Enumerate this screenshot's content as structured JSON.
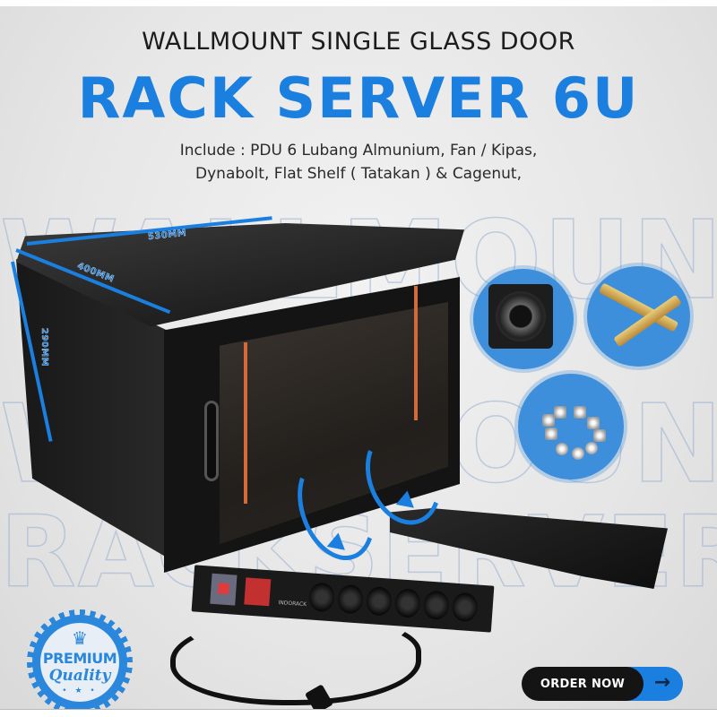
{
  "header": {
    "subtitle": "WALLMOUNT SINGLE GLASS DOOR",
    "title": "RACK SERVER 6U",
    "include_line1": "Include : PDU 6 Lubang Almunium, Fan / Kipas,",
    "include_line2": "Dynabolt, Flat Shelf ( Tatakan ) & Cagenut,"
  },
  "watermark": {
    "line1": "WALLMOUNT",
    "line2": "WALLMOUNT",
    "line3": "RACKSERVER"
  },
  "dimensions": {
    "width": "530MM",
    "depth": "400MM",
    "height": "290MM"
  },
  "accessories": [
    {
      "name": "Fan / Kipas",
      "icon": "fan-icon"
    },
    {
      "name": "Dynabolt",
      "icon": "bolt-icon"
    },
    {
      "name": "Cagenut",
      "icon": "cagenut-icon"
    },
    {
      "name": "Flat Shelf",
      "icon": "shelf-icon"
    },
    {
      "name": "PDU 6 Lubang",
      "icon": "pdu-icon"
    }
  ],
  "pdu": {
    "brand": "INDORACK",
    "sockets": 6
  },
  "badge": {
    "crown": "♛",
    "line1": "PREMIUM",
    "line2": "Quality",
    "stars": "• ★ •"
  },
  "cta": {
    "label": "ORDER NOW",
    "arrow": "→"
  },
  "colors": {
    "accent": "#1a7fde",
    "dark": "#141414",
    "background": "#e6e6e6"
  }
}
